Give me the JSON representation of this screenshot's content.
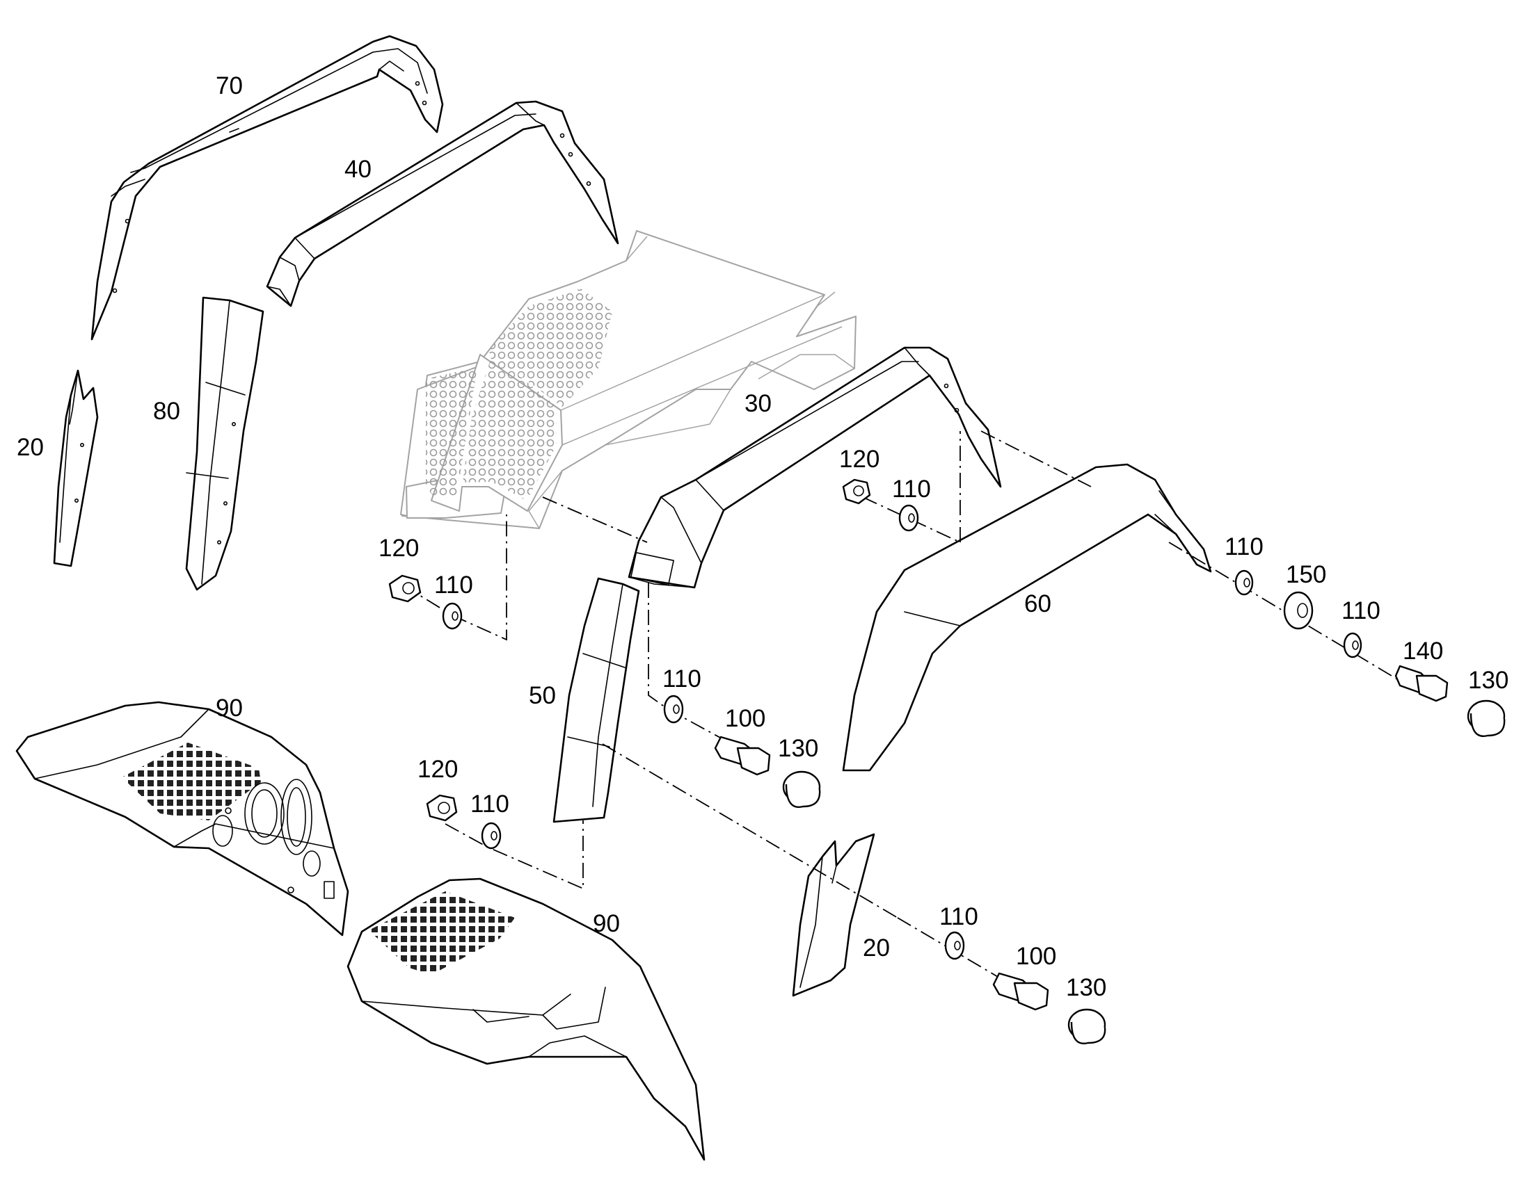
{
  "callouts": [
    {
      "name": "callout-70",
      "label": "70"
    },
    {
      "name": "callout-40",
      "label": "40"
    },
    {
      "name": "callout-80",
      "label": "80"
    },
    {
      "name": "callout-20-left",
      "label": "20"
    },
    {
      "name": "callout-30",
      "label": "30"
    },
    {
      "name": "callout-120-right",
      "label": "120"
    },
    {
      "name": "callout-110-right",
      "label": "110"
    },
    {
      "name": "callout-120-left",
      "label": "120"
    },
    {
      "name": "callout-110-left",
      "label": "110"
    },
    {
      "name": "callout-60",
      "label": "60"
    },
    {
      "name": "callout-110-far-1",
      "label": "110"
    },
    {
      "name": "callout-150",
      "label": "150"
    },
    {
      "name": "callout-110-far-2",
      "label": "110"
    },
    {
      "name": "callout-140",
      "label": "140"
    },
    {
      "name": "callout-130-far",
      "label": "130"
    },
    {
      "name": "callout-90-left",
      "label": "90"
    },
    {
      "name": "callout-50",
      "label": "50"
    },
    {
      "name": "callout-110-mid",
      "label": "110"
    },
    {
      "name": "callout-100-mid",
      "label": "100"
    },
    {
      "name": "callout-130-mid",
      "label": "130"
    },
    {
      "name": "callout-120-bottom",
      "label": "120"
    },
    {
      "name": "callout-110-bottom",
      "label": "110"
    },
    {
      "name": "callout-90-right",
      "label": "90"
    },
    {
      "name": "callout-20-right",
      "label": "20"
    },
    {
      "name": "callout-110-low",
      "label": "110"
    },
    {
      "name": "callout-100-low",
      "label": "100"
    },
    {
      "name": "callout-130-low",
      "label": "130"
    }
  ]
}
